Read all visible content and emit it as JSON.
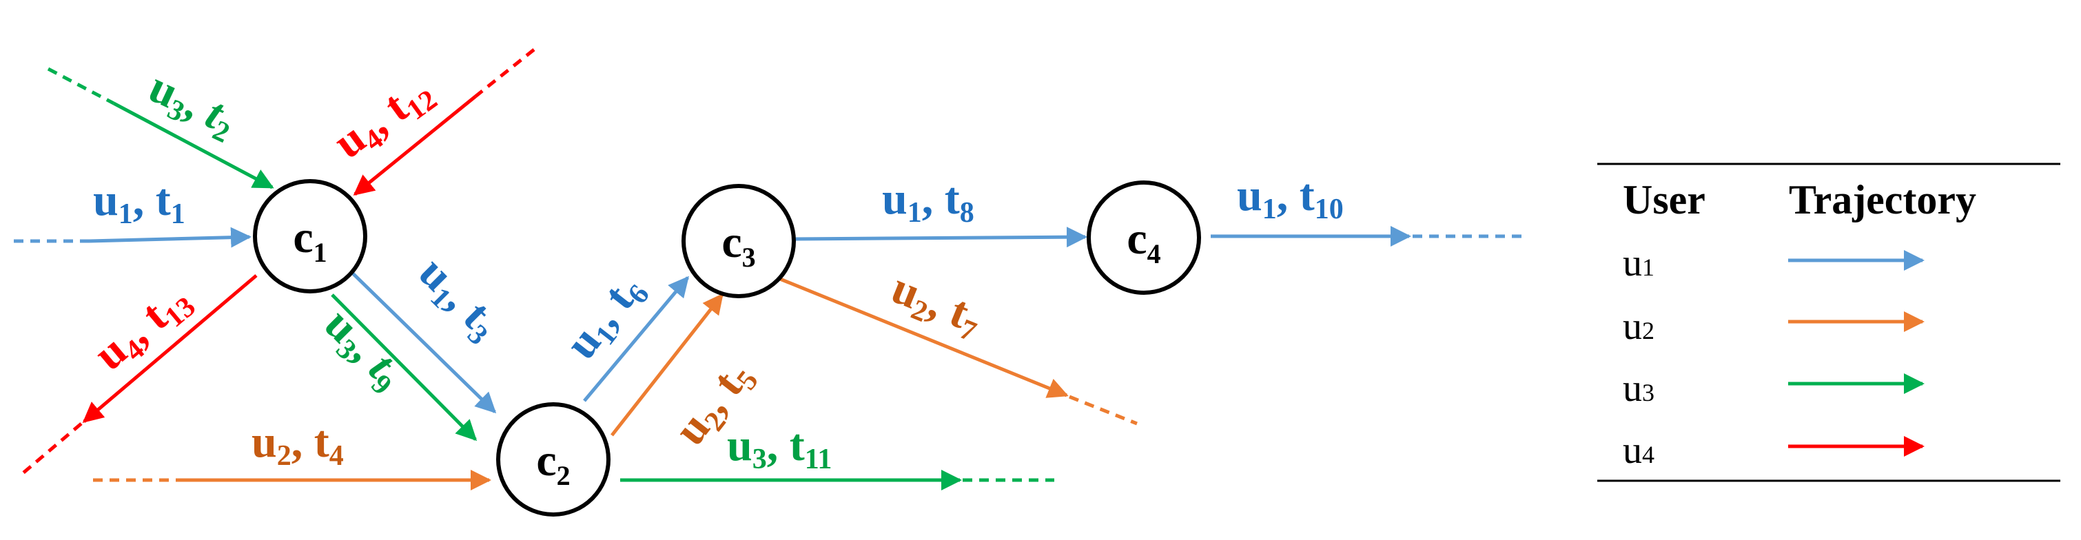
{
  "colors": {
    "u1": "#5b9bd5",
    "u1_text": "#1f6fbf",
    "u2": "#ed7d31",
    "u2_text": "#c55a11",
    "u3": "#00b050",
    "u3_text": "#00a044",
    "u4": "#ff0000",
    "u4_text": "#ff0000"
  },
  "nodes": {
    "c1": {
      "base": "c",
      "sub": "1"
    },
    "c2": {
      "base": "c",
      "sub": "2"
    },
    "c3": {
      "base": "c",
      "sub": "3"
    },
    "c4": {
      "base": "c",
      "sub": "4"
    }
  },
  "edge_labels": {
    "u3_t2": {
      "user": "u",
      "user_sub": "3",
      "sep": ", ",
      "time": "t",
      "time_sub": "2"
    },
    "u4_t12": {
      "user": "u",
      "user_sub": "4",
      "sep": ", ",
      "time": "t",
      "time_sub": "12"
    },
    "u1_t1": {
      "user": "u",
      "user_sub": "1",
      "sep": ", ",
      "time": "t",
      "time_sub": "1"
    },
    "u4_t13": {
      "user": "u",
      "user_sub": "4",
      "sep": ", ",
      "time": "t",
      "time_sub": "13"
    },
    "u1_t3": {
      "user": "u",
      "user_sub": "1",
      "sep": ", ",
      "time": "t",
      "time_sub": "3"
    },
    "u3_t9": {
      "user": "u",
      "user_sub": "3",
      "sep": ", ",
      "time": "t",
      "time_sub": "9"
    },
    "u2_t4": {
      "user": "u",
      "user_sub": "2",
      "sep": ", ",
      "time": "t",
      "time_sub": "4"
    },
    "u1_t6": {
      "user": "u",
      "user_sub": "1",
      "sep": ", ",
      "time": "t",
      "time_sub": "6"
    },
    "u2_t5": {
      "user": "u",
      "user_sub": "2",
      "sep": ", ",
      "time": "t",
      "time_sub": "5"
    },
    "u3_t11": {
      "user": "u",
      "user_sub": "3",
      "sep": ", ",
      "time": "t",
      "time_sub": "11"
    },
    "u1_t8": {
      "user": "u",
      "user_sub": "1",
      "sep": ", ",
      "time": "t",
      "time_sub": "8"
    },
    "u2_t7": {
      "user": "u",
      "user_sub": "2",
      "sep": ", ",
      "time": "t",
      "time_sub": "7"
    },
    "u1_t10": {
      "user": "u",
      "user_sub": "1",
      "sep": ", ",
      "time": "t",
      "time_sub": "10"
    }
  },
  "legend": {
    "header_user": "User",
    "header_trajectory": "Trajectory",
    "rows": [
      {
        "user": "u",
        "sub": "1",
        "color_key": "u1"
      },
      {
        "user": "u",
        "sub": "2",
        "color_key": "u2"
      },
      {
        "user": "u",
        "sub": "3",
        "color_key": "u3"
      },
      {
        "user": "u",
        "sub": "4",
        "color_key": "u4"
      }
    ]
  }
}
